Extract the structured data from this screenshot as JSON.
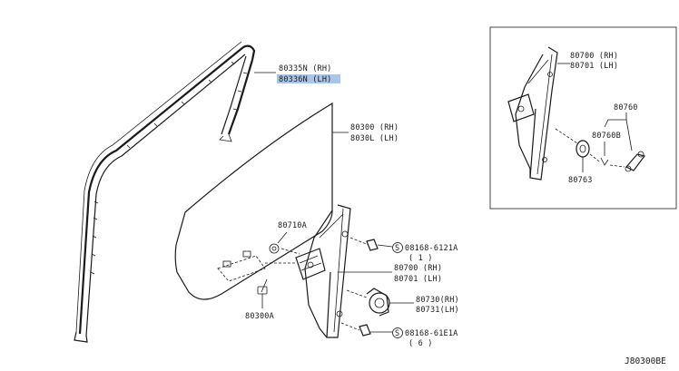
{
  "parts": {
    "glass_run_rh": "80335N (RH)",
    "glass_run_lh": "80336N (LH)",
    "glass_rh": "80300 (RH)",
    "glass_lh": "8030L (LH)",
    "item_80710a": "80710A",
    "item_80300a": "80300A",
    "regulator_rh": "80700 (RH)",
    "regulator_lh": "80701 (LH)",
    "motor_rh": "80730(RH)",
    "motor_lh": "80731(LH)",
    "bolt_upper_code": "08168-6121A",
    "bolt_upper_qty": "( 1 )",
    "bolt_lower_code": "08168-61E1A",
    "bolt_lower_qty": "( 6 )",
    "screw_symbol": "S",
    "inset_regulator_rh": "80700 (RH)",
    "inset_regulator_lh": "80701 (LH)",
    "inset_handle": "80760",
    "inset_clip": "80760B",
    "inset_escutcheon": "80763"
  },
  "diagram_code": "J80300BE",
  "colors": {
    "line": "#1a1a1a",
    "highlight": "#a7c6ea"
  }
}
